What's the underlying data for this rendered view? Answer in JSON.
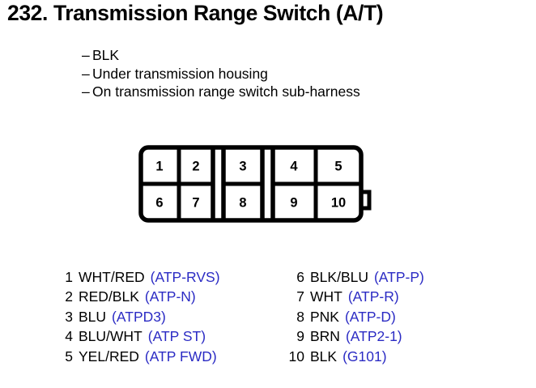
{
  "title": "232.  Transmission Range Switch (A/T)",
  "bullets": {
    "dash": "–",
    "items": [
      "BLK",
      "Under transmission housing",
      "On transmission range switch sub-harness"
    ]
  },
  "connector": {
    "name": "transmission-range-switch-connector",
    "rows": 2,
    "columns": 5,
    "cells_top": [
      "1",
      "2",
      "3",
      "4",
      "5"
    ],
    "cells_bottom": [
      "6",
      "7",
      "8",
      "9",
      "10"
    ],
    "has_locking_tab": true,
    "tab_side": "right",
    "stroke_color": "#000000",
    "fill_color": "#ffffff"
  },
  "legend": {
    "left": [
      {
        "pin": "1",
        "wire": "WHT/RED",
        "signal": "(ATP-RVS)"
      },
      {
        "pin": "2",
        "wire": "RED/BLK",
        "signal": "(ATP-N)"
      },
      {
        "pin": "3",
        "wire": "BLU",
        "signal": "(ATPD3)"
      },
      {
        "pin": "4",
        "wire": "BLU/WHT",
        "signal": "(ATP ST)"
      },
      {
        "pin": "5",
        "wire": "YEL/RED",
        "signal": "(ATP FWD)"
      }
    ],
    "right": [
      {
        "pin": "6",
        "wire": "BLK/BLU",
        "signal": "(ATP-P)"
      },
      {
        "pin": "7",
        "wire": "WHT",
        "signal": "(ATP-R)"
      },
      {
        "pin": "8",
        "wire": "PNK",
        "signal": "(ATP-D)"
      },
      {
        "pin": "9",
        "wire": "BRN",
        "signal": "(ATP2-1)"
      },
      {
        "pin": "10",
        "wire": "BLK",
        "signal": "(G101)"
      }
    ]
  },
  "colors": {
    "signal_blue": "#2b2bc4",
    "text_black": "#000000",
    "background": "#ffffff"
  }
}
